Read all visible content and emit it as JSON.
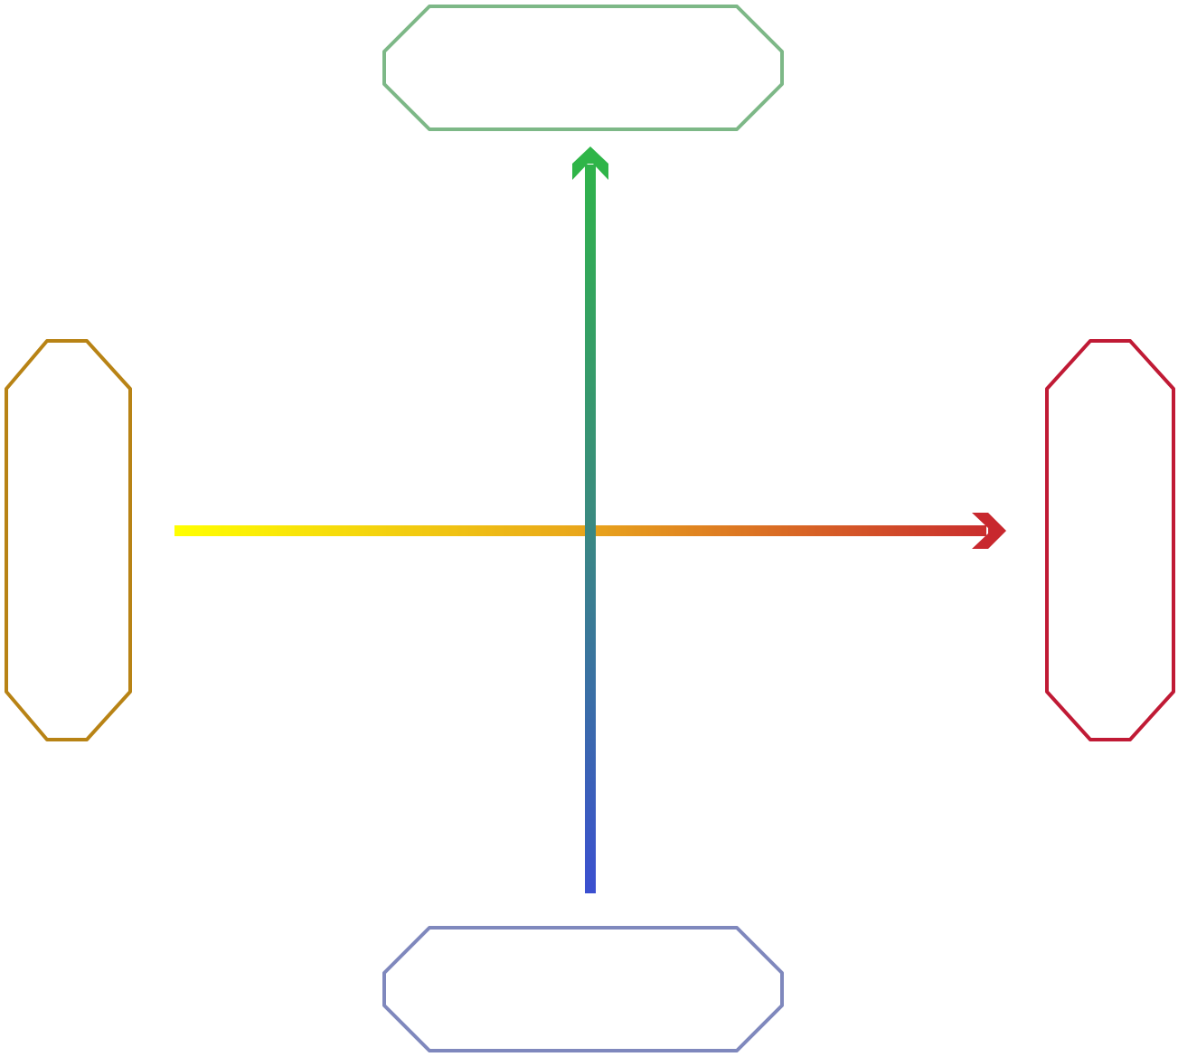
{
  "diagram": {
    "nodes": [
      {
        "id": "top",
        "color": "#7db887"
      },
      {
        "id": "bottom",
        "color": "#7f88bd"
      },
      {
        "id": "left",
        "color": "#b88315"
      },
      {
        "id": "right",
        "color": "#c01a35"
      }
    ],
    "arrows": [
      {
        "id": "horizontal",
        "from": "left",
        "to": "right",
        "gradient": [
          "#ffff00",
          "#e8a41c",
          "#c8282e"
        ]
      },
      {
        "id": "vertical",
        "from": "bottom",
        "to": "top",
        "gradient": [
          "#3b4fd0",
          "#3a8a80",
          "#2fb548"
        ]
      }
    ]
  }
}
